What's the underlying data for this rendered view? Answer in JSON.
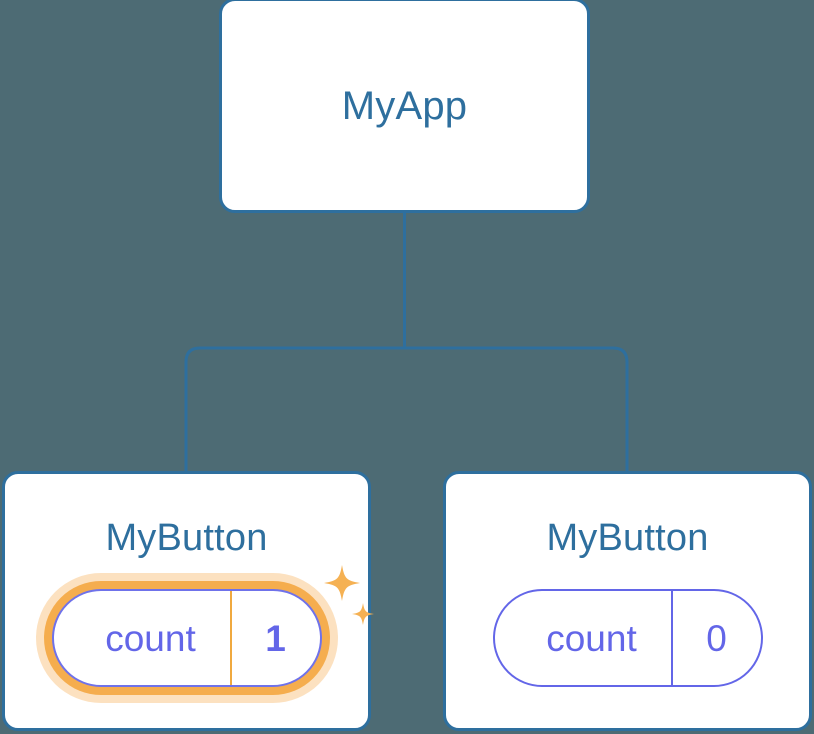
{
  "diagram": {
    "type": "component-tree",
    "background_color": "#4d6b74",
    "node_border_color": "#2e6f9e",
    "node_title_color": "#2e6f9e",
    "state_color": "#6366e8",
    "highlight_color": "#f5ad4e",
    "highlight_glow_color": "#f7b769",
    "root": {
      "title": "MyApp"
    },
    "children": [
      {
        "title": "MyButton",
        "state_key": "count",
        "state_value": "1",
        "highlighted": true,
        "sparkle_icons": [
          "sparkle-large-icon",
          "sparkle-small-icon"
        ]
      },
      {
        "title": "MyButton",
        "state_key": "count",
        "state_value": "0",
        "highlighted": false
      }
    ],
    "edges": [
      {
        "from": "MyApp",
        "to": "MyButton"
      },
      {
        "from": "MyApp",
        "to": "MyButton"
      }
    ]
  }
}
